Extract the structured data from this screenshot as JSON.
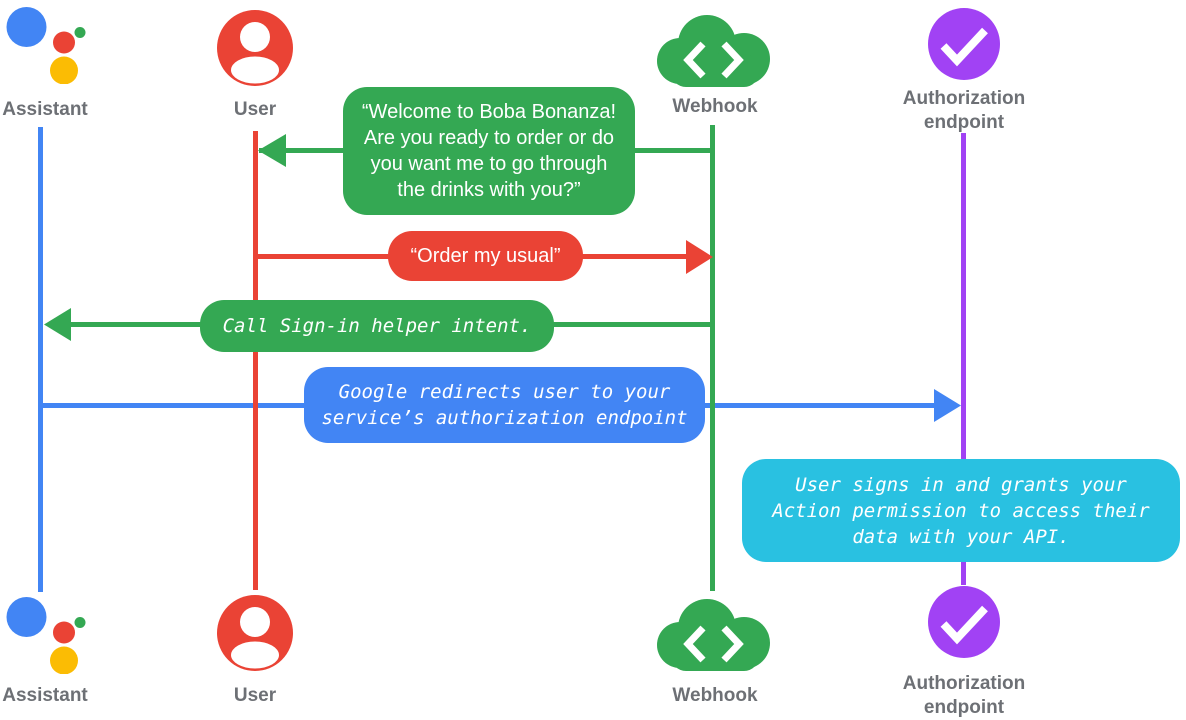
{
  "diagram_type": "sequence-diagram",
  "colors": {
    "canvas_background": "#FFFFFF",
    "assistant_blue": "#4285F4",
    "user_red": "#EA4335",
    "webhook_green": "#34A853",
    "auth_purple": "#A142F4",
    "note_cyan": "#29C1E1",
    "assistant_yellow": "#FBBC04",
    "assistant_green_dot": "#34A853",
    "label_gray": "#6D7075",
    "bubble_text": "#FFFFFF"
  },
  "actors": [
    {
      "name": "Assistant",
      "icon": "google-assistant-logo",
      "color": "#4285F4"
    },
    {
      "name": "User",
      "icon": "user-avatar",
      "color": "#EA4335"
    },
    {
      "name": "Webhook",
      "icon": "code-cloud",
      "color": "#34A853"
    },
    {
      "name": "Authorization endpoint",
      "lines": [
        "Authorization",
        "endpoint"
      ],
      "icon": "checkmark-circle",
      "color": "#A142F4"
    }
  ],
  "messages": [
    {
      "from": "Webhook",
      "to": "User",
      "direction": "left",
      "style": "speech",
      "color": "#34A853",
      "text": "“Welcome to Boba Bonanza! Are you ready to order or do you want me to go through the drinks with you?”",
      "lines": [
        "“Welcome to Boba Bonanza!",
        "Are you ready to order or do",
        "you want me to go through",
        "the drinks with you?”"
      ]
    },
    {
      "from": "User",
      "to": "Webhook",
      "direction": "right",
      "style": "speech",
      "color": "#EA4335",
      "text": "“Order my usual”",
      "lines": [
        "“Order my usual”"
      ]
    },
    {
      "from": "Webhook",
      "to": "Assistant",
      "direction": "left",
      "style": "code",
      "color": "#34A853",
      "text": "Call Sign-in helper intent.",
      "lines": [
        "Call Sign-in helper intent."
      ]
    },
    {
      "from": "Assistant",
      "to": "Authorization endpoint",
      "direction": "right",
      "style": "code",
      "color": "#4285F4",
      "text": "Google redirects user to your service’s authorization endpoint",
      "lines": [
        "Google redirects user to your",
        "service’s authorization endpoint"
      ]
    },
    {
      "note_on": "Authorization endpoint",
      "style": "code",
      "color": "#29C1E1",
      "text": "User signs in and grants your Action permission to access their data with your API.",
      "lines": [
        "User signs in and grants your",
        "Action permission to access their",
        "data with your API."
      ]
    }
  ]
}
